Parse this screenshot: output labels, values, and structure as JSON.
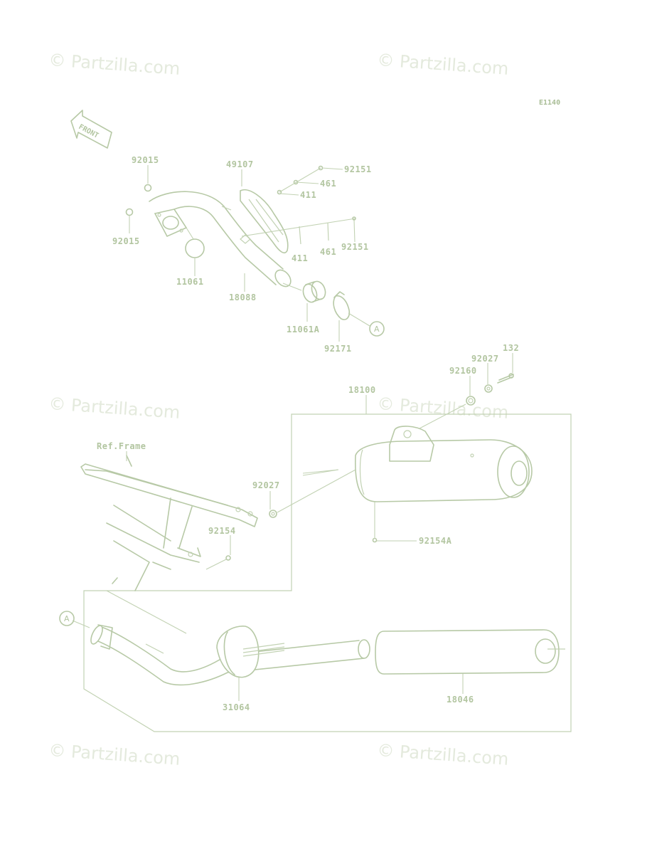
{
  "watermark": "© Partzilla.com",
  "diagram_code": "E1140",
  "front_label": "FRONT",
  "ref_frame_label": "Ref.Frame",
  "callout_marker": "A",
  "parts": {
    "p92015_top": "92015",
    "p92015_bottom": "92015",
    "p49107": "49107",
    "p92151_top": "92151",
    "p461_top": "461",
    "p411_top": "411",
    "p411_bottom": "411",
    "p461_bottom": "461",
    "p92151_bottom": "92151",
    "p11061": "11061",
    "p18088": "18088",
    "p11061A": "11061A",
    "p92171": "92171",
    "p132": "132",
    "p92027_top": "92027",
    "p92160": "92160",
    "p18100": "18100",
    "p92027_mid": "92027",
    "p92154": "92154",
    "p92154A": "92154A",
    "p31064": "31064",
    "p18046": "18046"
  }
}
